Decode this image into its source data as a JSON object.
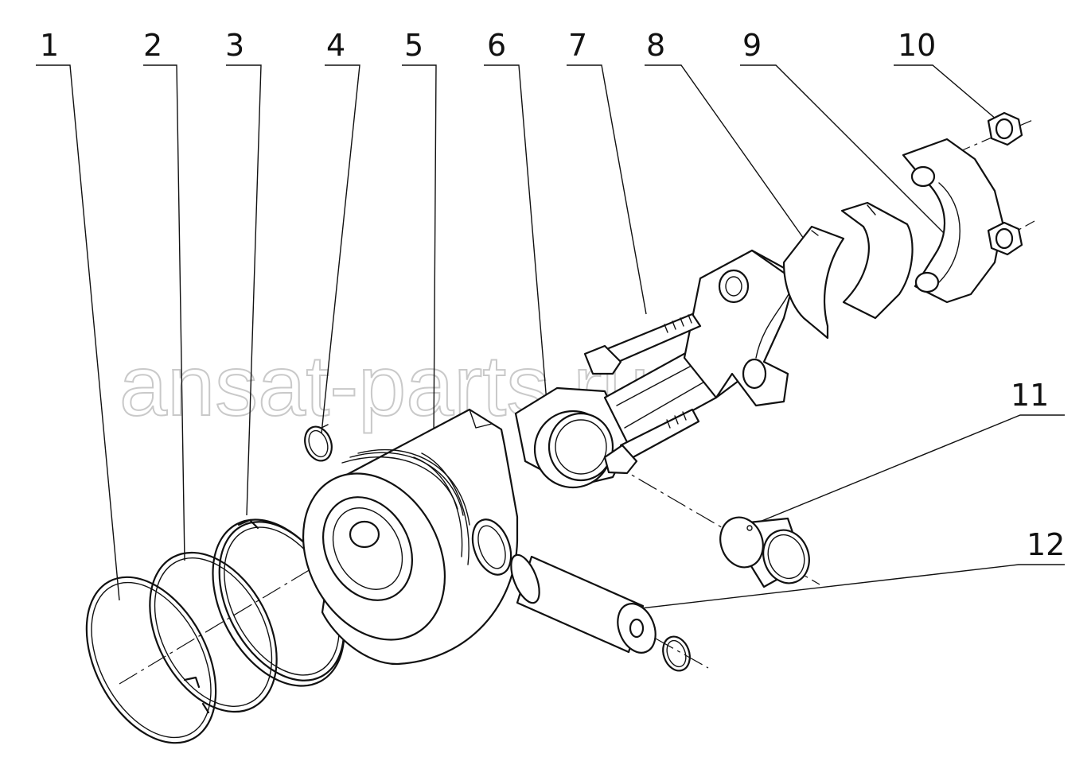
{
  "callouts": [
    "1",
    "2",
    "3",
    "4",
    "5",
    "6",
    "7",
    "8",
    "9",
    "10",
    "11",
    "12"
  ],
  "watermark": "ansat-parts.ru",
  "parts": [
    {
      "id": "1",
      "icon": "piston-ring-icon"
    },
    {
      "id": "2",
      "icon": "piston-ring-icon"
    },
    {
      "id": "3",
      "icon": "oil-control-ring-icon"
    },
    {
      "id": "4",
      "icon": "circlip-icon"
    },
    {
      "id": "5",
      "icon": "piston-icon"
    },
    {
      "id": "6",
      "icon": "connecting-rod-icon"
    },
    {
      "id": "7",
      "icon": "connecting-rod-bolt-icon"
    },
    {
      "id": "8",
      "icon": "bearing-shell-icon"
    },
    {
      "id": "9",
      "icon": "rod-cap-icon"
    },
    {
      "id": "10",
      "icon": "nut-icon"
    },
    {
      "id": "11",
      "icon": "bushing-icon"
    },
    {
      "id": "12",
      "icon": "piston-pin-icon"
    }
  ]
}
